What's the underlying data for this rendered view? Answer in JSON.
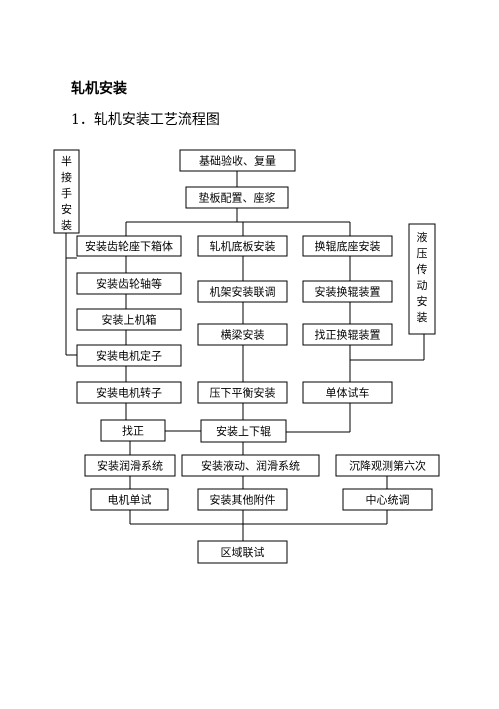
{
  "heading": "轧机安装",
  "subheading": "1．轧机安装工艺流程图",
  "nodes": {
    "foundation": "基础验收、复量",
    "shim": "垫板配置、座浆",
    "gear_base": "安装齿轮座下箱体",
    "mill_base": "轧机底板安装",
    "roll_base": "换辊底座安装",
    "gear_shaft": "安装齿轮轴等",
    "frame": "机架安装联调",
    "roll_device": "安装换辊装置",
    "upper_box": "安装上机箱",
    "beam": "横梁安装",
    "align_roll": "找正换辊装置",
    "motor_stator": "安装电机定子",
    "motor_rotor": "安装电机转子",
    "balance": "压下平衡安装",
    "unit_test": "单体试车",
    "align": "找正",
    "rolls": "安装上下辊",
    "lube": "安装润滑系统",
    "hydro_lube": "安装液动、润滑系统",
    "settle": "沉降观测第六次",
    "motor_test": "电机单试",
    "accessories": "安装其他附件",
    "central": "中心统调",
    "zone_test": "区域联试",
    "half_handover": "半接手安装",
    "hydraulic": "液压传动安装"
  }
}
